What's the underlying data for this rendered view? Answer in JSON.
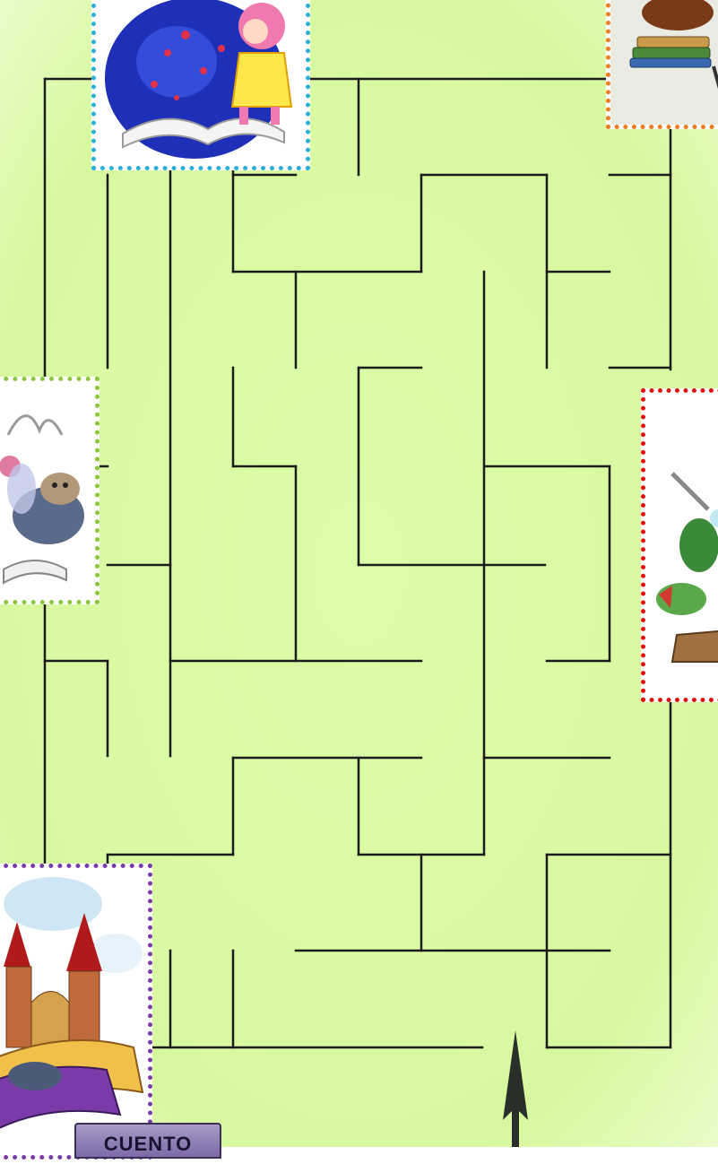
{
  "maze": {
    "background_color": "#d8f8a0",
    "wall_color": "#1c1c1c",
    "start_marker": "up-arrow-icon"
  },
  "cards": [
    {
      "id": "book-girl",
      "icon": "girl-reading-magic-book-icon",
      "border_color": "#2ab0d8"
    },
    {
      "id": "stack-books",
      "icon": "stack-of-books-icon",
      "border_color": "#f07a20"
    },
    {
      "id": "pig-book",
      "icon": "pig-from-book-icon",
      "border_color": "#8cc63f"
    },
    {
      "id": "knight-dragon",
      "icon": "knight-and-dragon-book-icon",
      "border_color": "#e01010"
    },
    {
      "id": "castle-book",
      "icon": "castle-popup-book-icon",
      "border_color": "#7a3aa8"
    }
  ],
  "tab": {
    "label": "CUENTO"
  }
}
